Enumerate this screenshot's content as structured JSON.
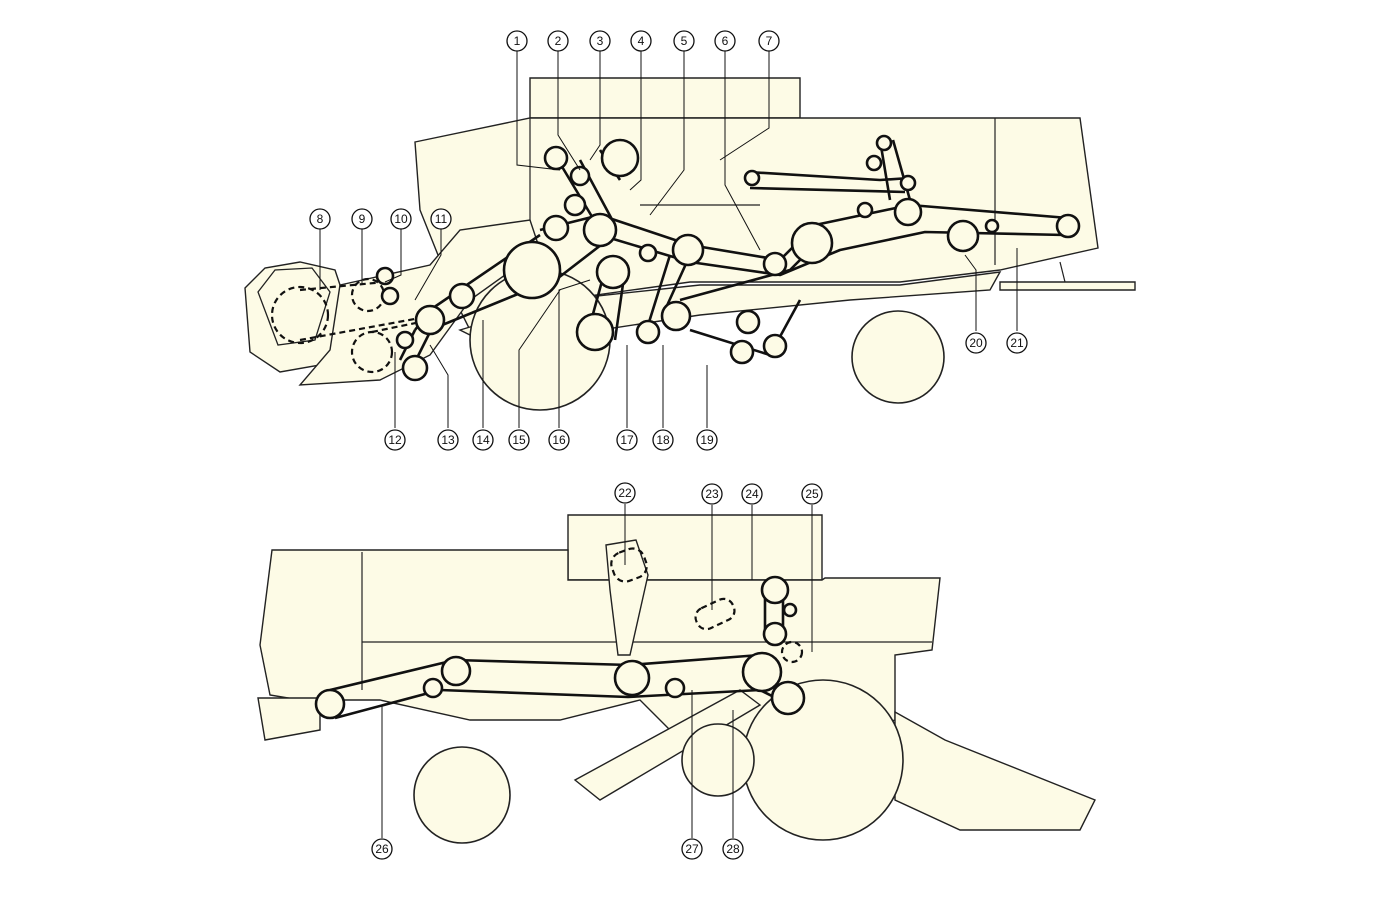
{
  "callouts_top": [
    "1",
    "2",
    "3",
    "4",
    "5",
    "6",
    "7",
    "8",
    "9",
    "10",
    "11",
    "12",
    "13",
    "14",
    "15",
    "16",
    "17",
    "18",
    "19",
    "20",
    "21"
  ],
  "callouts_bottom": [
    "22",
    "23",
    "24",
    "25",
    "26",
    "27",
    "28"
  ]
}
